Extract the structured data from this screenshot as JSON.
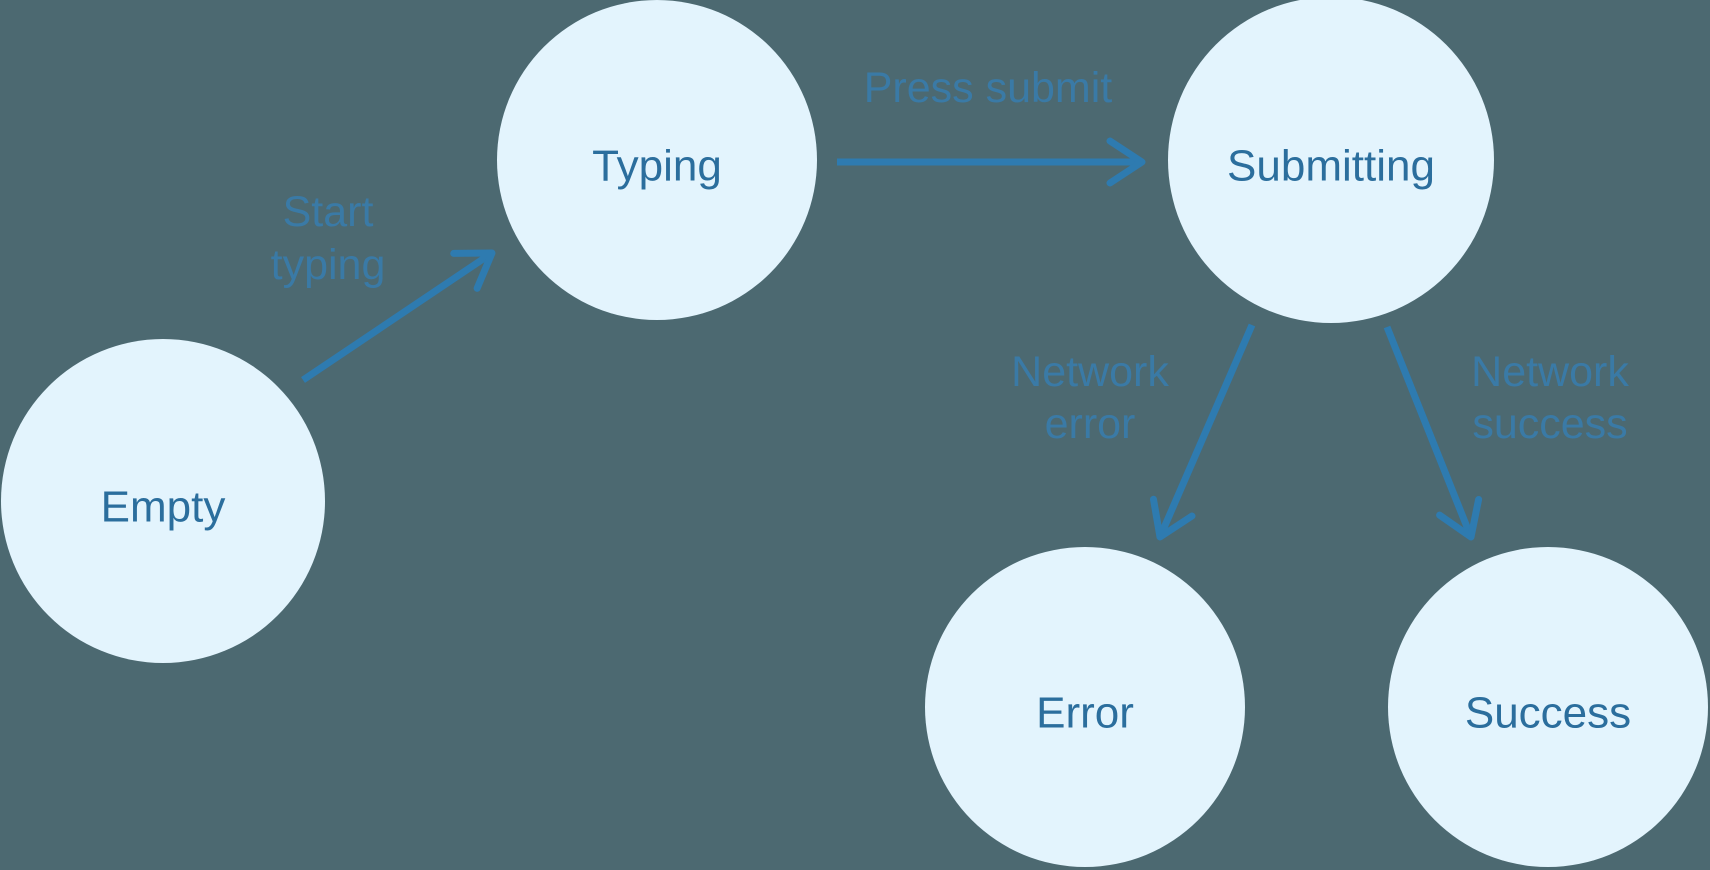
{
  "diagram": {
    "background_color": "#4c6971",
    "node_fill_color": "#e3f4fd",
    "node_label_color": "#2b6e9d",
    "edge_color": "#2e7bb0",
    "edge_label_color": "#3a7aa6"
  },
  "nodes": [
    {
      "id": "empty",
      "label": "Empty"
    },
    {
      "id": "typing",
      "label": "Typing"
    },
    {
      "id": "submitting",
      "label": "Submitting"
    },
    {
      "id": "error",
      "label": "Error"
    },
    {
      "id": "success",
      "label": "Success"
    }
  ],
  "edges": [
    {
      "id": "start-typing",
      "from": "Empty",
      "to": "Typing",
      "label_lines": [
        "Start",
        "typing"
      ]
    },
    {
      "id": "press-submit",
      "from": "Typing",
      "to": "Submitting",
      "label_lines": [
        "Press submit"
      ]
    },
    {
      "id": "network-error",
      "from": "Submitting",
      "to": "Error",
      "label_lines": [
        "Network",
        "error"
      ]
    },
    {
      "id": "network-success",
      "from": "Submitting",
      "to": "Success",
      "label_lines": [
        "Network",
        "success"
      ]
    }
  ]
}
